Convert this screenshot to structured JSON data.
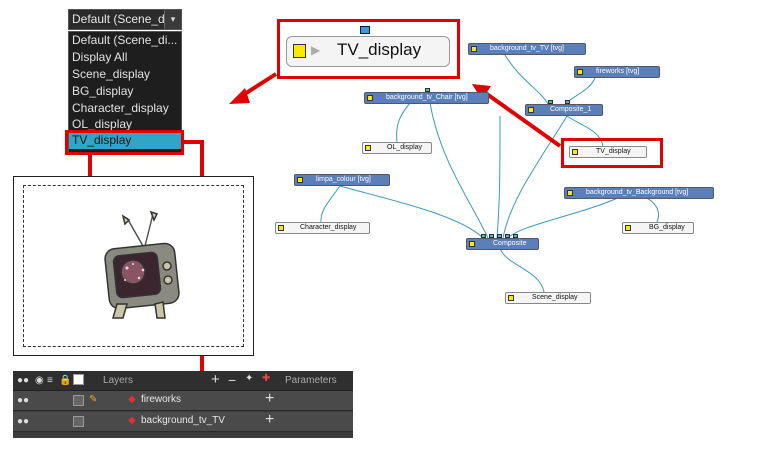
{
  "display_menu": {
    "current": "Default (Scene_di",
    "arrow_icon": "▾",
    "items": [
      {
        "label": "Default (Scene_di...",
        "selected": false
      },
      {
        "label": "Display All",
        "selected": false
      },
      {
        "label": "Scene_display",
        "selected": false
      },
      {
        "label": "BG_display",
        "selected": false
      },
      {
        "label": "Character_display",
        "selected": false
      },
      {
        "label": "OL_display",
        "selected": false
      },
      {
        "label": "TV_display",
        "selected": true
      }
    ]
  },
  "zoom_node": {
    "label": "TV_display"
  },
  "nodes": {
    "background_tv_tv": "background_tv_TV [tvg]",
    "fireworks": "fireworks [tvg]",
    "composite_1": "Composite_1",
    "background_tv_chair": "background_tv_Chair [tvg]",
    "ol_display": "OL_display",
    "tv_display": "TV_display",
    "limpa_colour": "limpa_colour [tvg]",
    "background_tv_background": "background_tv_Background [tvg]",
    "character_display": "Character_display",
    "bg_display": "BG_display",
    "composite": "Composite",
    "scene_display": "Scene_display"
  },
  "layers_panel": {
    "layers_label": "Layers",
    "parameters_label": "Parameters",
    "rows": [
      {
        "name": "fireworks",
        "add_icon": "+"
      },
      {
        "name": "background_tv_TV",
        "add_icon": "+"
      }
    ]
  },
  "colors": {
    "highlight_red": "#e00000",
    "selected_item": "#2fa6c6",
    "node_blue": "#5b7fb8"
  }
}
